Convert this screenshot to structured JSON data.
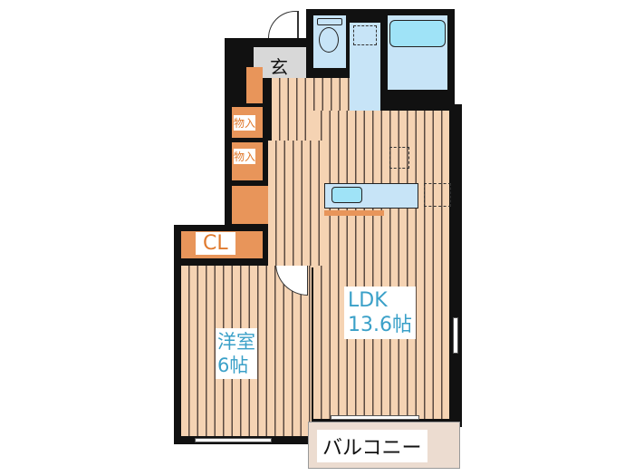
{
  "floorplan": {
    "rooms": {
      "entrance": {
        "label": "玄"
      },
      "storage_1": {
        "label": "物入"
      },
      "storage_2": {
        "label": "物入"
      },
      "closet": {
        "label": "CL"
      },
      "western_room": {
        "label": "洋室",
        "size": "6帖"
      },
      "ldk": {
        "label": "LDK",
        "size": "13.6帖"
      },
      "balcony": {
        "label": "バルコニー"
      }
    },
    "colors": {
      "wall": "#111111",
      "floor": "#f5d3b3",
      "storage": "#e8955a",
      "wet_area": "#c7e4f7",
      "room_text": "#3aa0c8",
      "storage_text": "#e07a2e"
    }
  }
}
